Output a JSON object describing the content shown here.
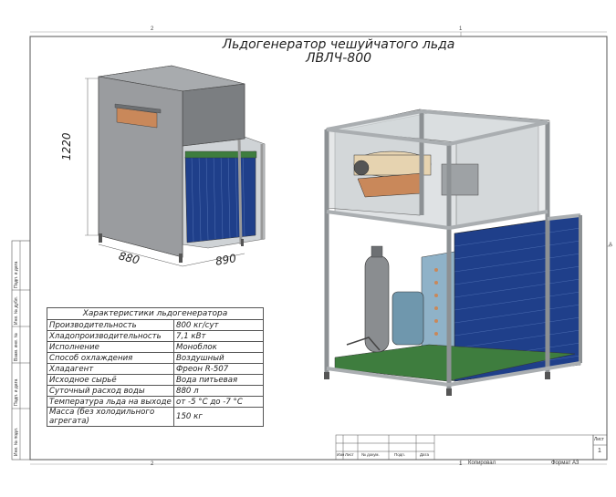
{
  "drawing": {
    "title_line1": "Льдогенератор чешуйчатого льда",
    "title_line2": "ЛВЛЧ-800",
    "dimension_height": "1220",
    "dimension_width": "880",
    "dimension_depth": "890",
    "zone_top": "2",
    "zone_top_right": "1",
    "zone_bottom": "2",
    "zone_bottom_right": "1",
    "zone_side": "A"
  },
  "specs": {
    "caption": "Характеристики льдогенератора",
    "rows": [
      {
        "label": "Производительность",
        "value": "800 кг/сут"
      },
      {
        "label": "Хладопроизводительность",
        "value": "7,1 кВт"
      },
      {
        "label": "Исполнение",
        "value": "Моноблок"
      },
      {
        "label": "Способ охлаждения",
        "value": "Воздушный"
      },
      {
        "label": "Хладагент",
        "value": "Фреон R-507"
      },
      {
        "label": "Исходное сырьё",
        "value": "Вода питьевая"
      },
      {
        "label": "Суточный расход воды",
        "value": "880 л"
      },
      {
        "label": "Температура льда на выходе",
        "value": "от -5 °C до -7 °C"
      },
      {
        "label": "Масса (без холодильного агрегата)",
        "value": "150 кг"
      }
    ]
  },
  "stamp": {
    "columns": [
      "Изм",
      "Лист",
      "№ докум.",
      "Подп.",
      "Дата"
    ],
    "sheet_label": "Лист",
    "sheet_number": "1"
  },
  "side_block": [
    "Инв. № подл.",
    "Подп. и дата",
    "Взам. инв. №",
    "Инв. № дубл.",
    "Подп. и дата"
  ],
  "footer": {
    "copied": "Копировал",
    "format": "Формат А3"
  },
  "colors": {
    "frame": "#555555",
    "cabinet": "#9a9c9f",
    "condenser": "#1f3f8a",
    "floor": "#3e7d3e",
    "drum": "#e6d3b0"
  }
}
